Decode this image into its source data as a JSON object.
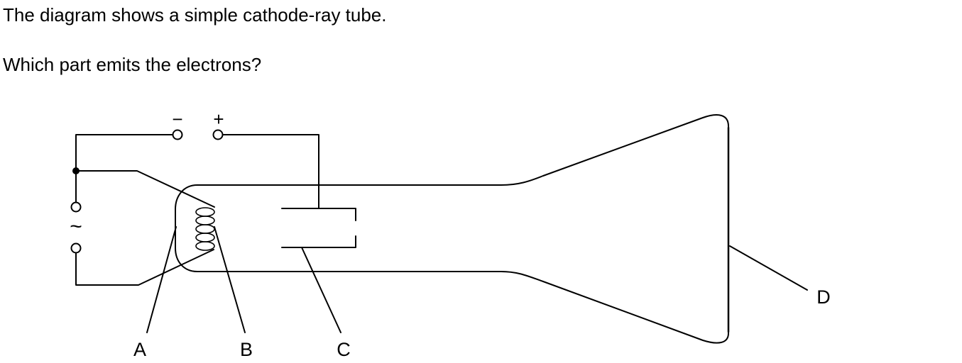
{
  "question": {
    "stem": "The diagram shows a simple cathode-ray tube.",
    "prompt": "Which part emits the electrons?"
  },
  "diagram": {
    "supply_dc": {
      "negative_sign": "−",
      "positive_sign": "+"
    },
    "supply_ac": {
      "symbol": "~"
    },
    "labels": {
      "a": "A",
      "b": "B",
      "c": "C",
      "d": "D"
    },
    "colors": {
      "line": "#000000",
      "background": "#ffffff"
    }
  }
}
